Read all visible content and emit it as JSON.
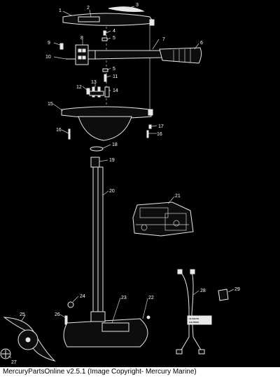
{
  "labels": {
    "p1": "1",
    "p2": "2",
    "p3": "3",
    "p4": "4",
    "p5a": "5",
    "p5b": "5",
    "p6": "6",
    "p7": "7",
    "p8": "8",
    "p9": "9",
    "p10": "10",
    "p11": "11",
    "p12": "12",
    "p13": "13",
    "p14": "14",
    "p15": "15",
    "p16a": "16",
    "p16b": "16",
    "p17": "17",
    "p18": "18",
    "p19": "19",
    "p20": "20",
    "p21": "21",
    "p22": "22",
    "p23": "23",
    "p24": "24",
    "p25": "25",
    "p26": "26",
    "p27": "27",
    "p28": "28",
    "p29": "29"
  },
  "battery_tag": {
    "line1": "12 VOLTS",
    "line2": "CAUTION"
  },
  "footer": "MercuryPartsOnline v2.5.1 (Image Copyright- Mercury Marine)"
}
